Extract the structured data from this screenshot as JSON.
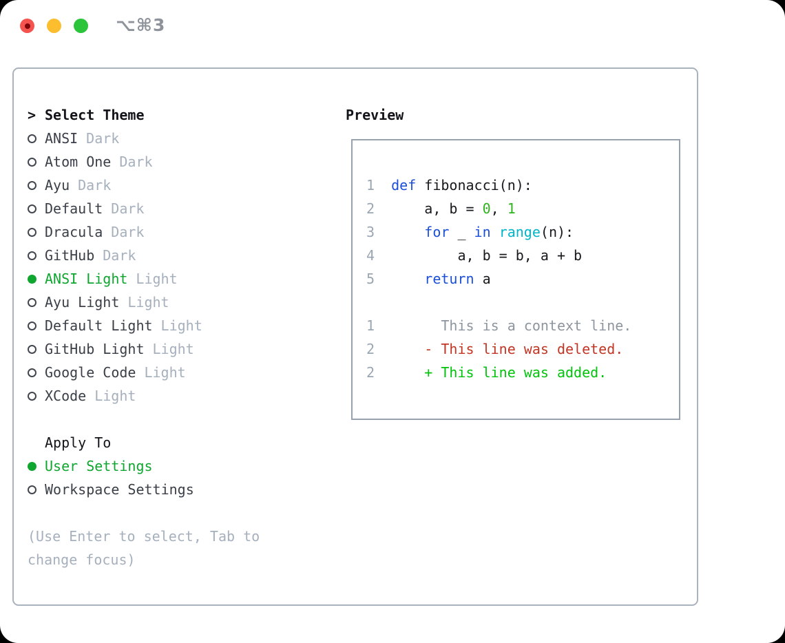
{
  "titlebar": {
    "title": "⌥⌘3",
    "buttons": [
      "close",
      "minimize",
      "zoom"
    ]
  },
  "theme_panel": {
    "header": {
      "prefix": ">",
      "label": "Select Theme"
    },
    "items": [
      {
        "name": "ANSI",
        "variant": "Dark",
        "selected": false
      },
      {
        "name": "Atom One",
        "variant": "Dark",
        "selected": false
      },
      {
        "name": "Ayu",
        "variant": "Dark",
        "selected": false
      },
      {
        "name": "Default",
        "variant": "Dark",
        "selected": false
      },
      {
        "name": "Dracula",
        "variant": "Dark",
        "selected": false
      },
      {
        "name": "GitHub",
        "variant": "Dark",
        "selected": false
      },
      {
        "name": "ANSI Light",
        "variant": "Light",
        "selected": true
      },
      {
        "name": "Ayu Light",
        "variant": "Light",
        "selected": false
      },
      {
        "name": "Default Light",
        "variant": "Light",
        "selected": false
      },
      {
        "name": "GitHub Light",
        "variant": "Light",
        "selected": false
      },
      {
        "name": "Google Code",
        "variant": "Light",
        "selected": false
      },
      {
        "name": "XCode",
        "variant": "Light",
        "selected": false
      }
    ],
    "apply_to": {
      "header": "Apply To",
      "options": [
        {
          "label": "User Settings",
          "selected": true
        },
        {
          "label": "Workspace Settings",
          "selected": false
        }
      ]
    },
    "help_lines": [
      "(Use Enter to select, Tab to",
      "change focus)"
    ]
  },
  "preview": {
    "header": "Preview",
    "code_lines": [
      {
        "num": "1",
        "tokens": [
          {
            "t": "def",
            "c": "kw"
          },
          {
            "t": " fibonacci(n):",
            "c": "plain"
          }
        ]
      },
      {
        "num": "2",
        "tokens": [
          {
            "t": "    a, b = ",
            "c": "plain"
          },
          {
            "t": "0",
            "c": "num"
          },
          {
            "t": ", ",
            "c": "plain"
          },
          {
            "t": "1",
            "c": "num"
          }
        ]
      },
      {
        "num": "3",
        "tokens": [
          {
            "t": "    ",
            "c": "plain"
          },
          {
            "t": "for",
            "c": "kw"
          },
          {
            "t": " _ ",
            "c": "plain"
          },
          {
            "t": "in",
            "c": "kw"
          },
          {
            "t": " ",
            "c": "plain"
          },
          {
            "t": "range",
            "c": "builtin"
          },
          {
            "t": "(n):",
            "c": "plain"
          }
        ]
      },
      {
        "num": "4",
        "tokens": [
          {
            "t": "        a, b = b, a + b",
            "c": "plain"
          }
        ]
      },
      {
        "num": "5",
        "tokens": [
          {
            "t": "    ",
            "c": "plain"
          },
          {
            "t": "return",
            "c": "kw"
          },
          {
            "t": " a",
            "c": "plain"
          }
        ]
      },
      {
        "num": "",
        "tokens": []
      },
      {
        "num": "1",
        "tokens": [
          {
            "t": "      This is a context line.",
            "c": "ctx"
          }
        ]
      },
      {
        "num": "2",
        "tokens": [
          {
            "t": "    - This line was deleted.",
            "c": "del"
          }
        ]
      },
      {
        "num": "2",
        "tokens": [
          {
            "t": "    + This line was added.",
            "c": "add"
          }
        ]
      }
    ]
  },
  "colors": {
    "selection_green": "#0fa62f",
    "keyword_blue": "#1b4fd6",
    "builtin_cyan": "#00b5c8",
    "number_green": "#2db41c",
    "deleted_red": "#c23524",
    "added_green": "#00c40a",
    "gutter_gray": "#9aa6b2",
    "muted_gray": "#a6b0bd",
    "traffic_red": "#f4534e",
    "traffic_yellow": "#fcbd2f",
    "traffic_green": "#2cc43a"
  }
}
